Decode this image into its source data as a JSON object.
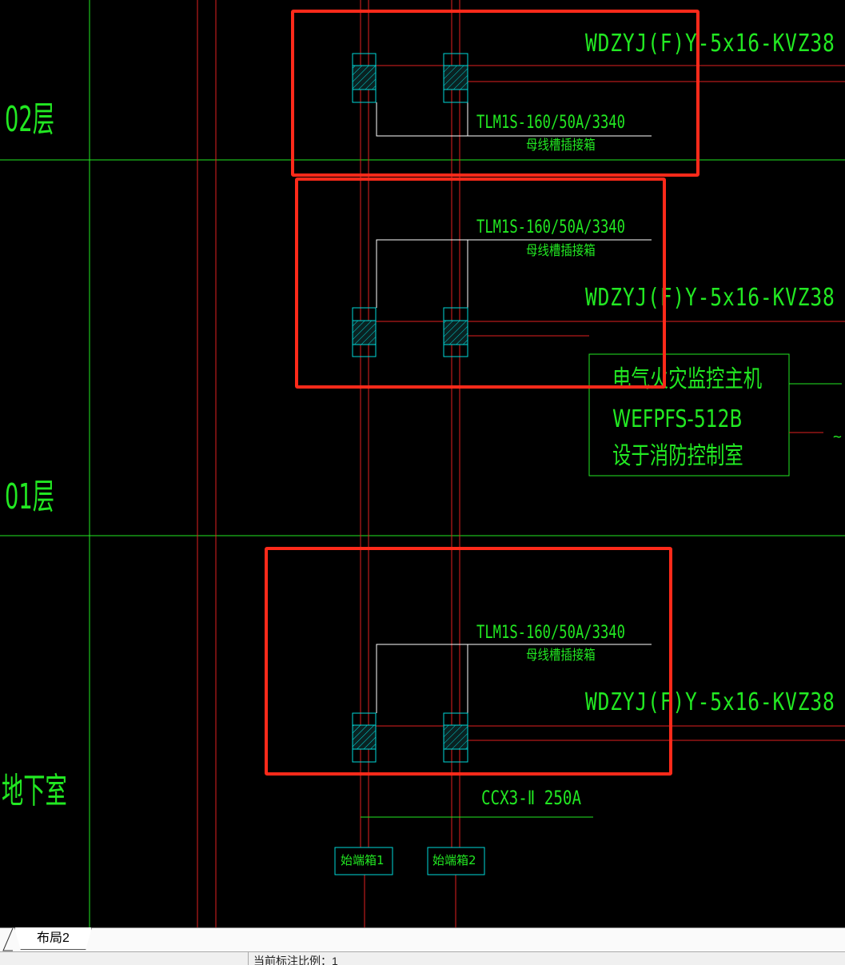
{
  "colors": {
    "background": "#000000",
    "cad_green": "#22e822",
    "cad_red": "#e02020",
    "cad_cyan": "#00d8d8",
    "highlight": "#ff2a1a"
  },
  "floors": {
    "f2": "02层",
    "f1": "01层",
    "basement": "地下室"
  },
  "sections": [
    {
      "cable": "WDZYJ(F)Y-5x16-KVZ38",
      "busway_model": "TLM1S-160/50A/3340",
      "busway_desc": "母线槽插接箱"
    },
    {
      "cable": "WDZYJ(F)Y-5x16-KVZ38",
      "busway_model": "TLM1S-160/50A/3340",
      "busway_desc": "母线槽插接箱"
    },
    {
      "cable": "WDZYJ(F)Y-5x16-KVZ38",
      "busway_model": "TLM1S-160/50A/3340",
      "busway_desc": "母线槽插接箱"
    }
  ],
  "monitor": {
    "line1": "电气火灾监控主机",
    "line2": "WEFPFS-512B",
    "line3": "设于消防控制室",
    "tilde": "~"
  },
  "busbar": {
    "model": "CCX3-Ⅱ 250A"
  },
  "boxes": {
    "start1": "始端箱1",
    "start2": "始端箱2"
  },
  "tabs": {
    "layout2": "布局2"
  },
  "status": {
    "annotation_scale": "当前标注比例：1"
  }
}
